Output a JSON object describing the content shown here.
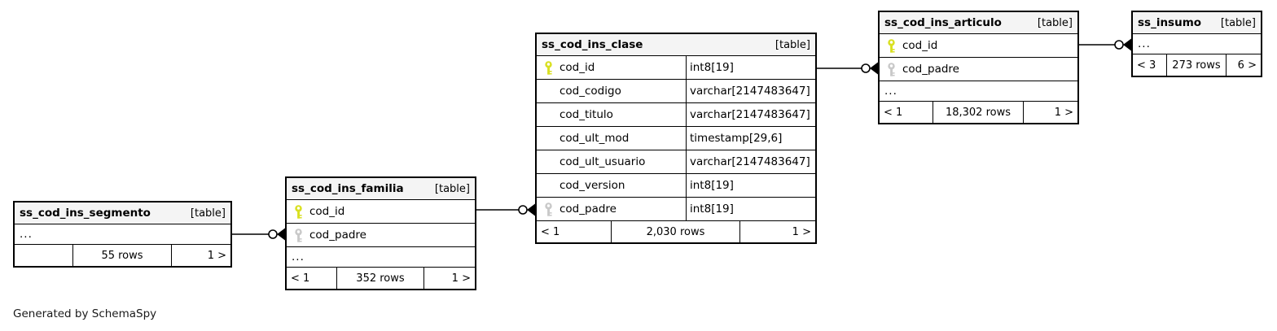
{
  "diagram": {
    "caption": "Generated by SchemaSpy",
    "colors": {
      "header_bg": "#f4f4f4",
      "border": "#000000",
      "pk_key": "#d9e021",
      "fk_key": "#c9c9c9"
    }
  },
  "tables": [
    {
      "name": "ss_cod_ins_segmento",
      "tag": "[table]",
      "rows": [
        {
          "ellipsis": "..."
        }
      ],
      "footer": [
        "",
        "55 rows",
        "1 >"
      ]
    },
    {
      "name": "ss_cod_ins_familia",
      "tag": "[table]",
      "rows": [
        {
          "key": "pk",
          "name": "cod_id"
        },
        {
          "key": "fk",
          "name": "cod_padre"
        },
        {
          "ellipsis": "..."
        }
      ],
      "footer": [
        "< 1",
        "352 rows",
        "1 >"
      ]
    },
    {
      "name": "ss_cod_ins_clase",
      "tag": "[table]",
      "rows": [
        {
          "key": "pk",
          "name": "cod_id",
          "type": "int8[19]"
        },
        {
          "name": "cod_codigo",
          "type": "varchar[2147483647]"
        },
        {
          "name": "cod_titulo",
          "type": "varchar[2147483647]"
        },
        {
          "name": "cod_ult_mod",
          "type": "timestamp[29,6]"
        },
        {
          "name": "cod_ult_usuario",
          "type": "varchar[2147483647]"
        },
        {
          "name": "cod_version",
          "type": "int8[19]"
        },
        {
          "key": "fk",
          "name": "cod_padre",
          "type": "int8[19]"
        }
      ],
      "footer": [
        "< 1",
        "2,030 rows",
        "1 >"
      ]
    },
    {
      "name": "ss_cod_ins_articulo",
      "tag": "[table]",
      "rows": [
        {
          "key": "pk",
          "name": "cod_id"
        },
        {
          "key": "fk",
          "name": "cod_padre"
        },
        {
          "ellipsis": "..."
        }
      ],
      "footer": [
        "< 1",
        "18,302 rows",
        "1 >"
      ]
    },
    {
      "name": "ss_insumo",
      "tag": "[table]",
      "rows": [
        {
          "ellipsis": "..."
        }
      ],
      "footer": [
        "< 3",
        "273 rows",
        "6 >"
      ]
    }
  ],
  "relationships": [
    {
      "from": "ss_cod_ins_segmento",
      "to": "ss_cod_ins_familia",
      "to_column": "cod_padre"
    },
    {
      "from": "ss_cod_ins_familia",
      "from_column": "cod_id",
      "to": "ss_cod_ins_clase",
      "to_column": "cod_padre"
    },
    {
      "from": "ss_cod_ins_clase",
      "from_column": "cod_id",
      "to": "ss_cod_ins_articulo",
      "to_column": "cod_padre"
    },
    {
      "from": "ss_cod_ins_articulo",
      "from_column": "cod_id",
      "to": "ss_insumo"
    }
  ]
}
